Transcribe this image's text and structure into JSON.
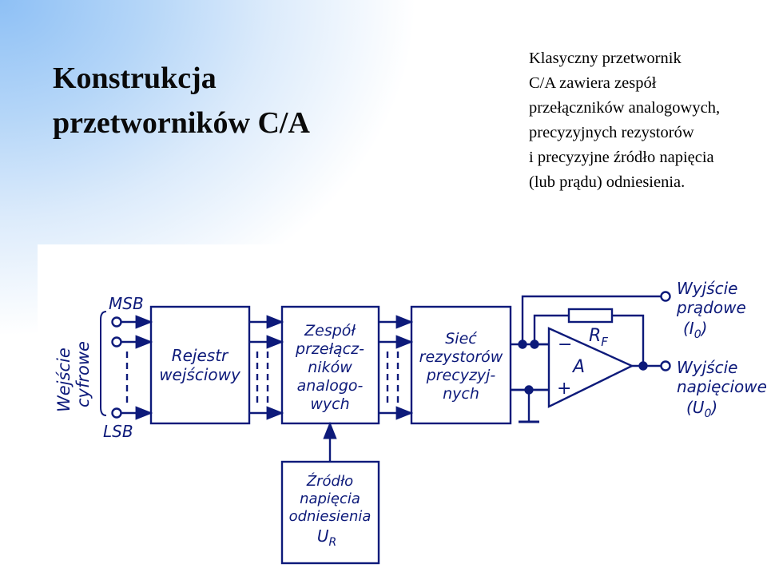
{
  "slide": {
    "title_lines": [
      "Konstrukcja",
      "przetworników C/A"
    ],
    "description_lines": [
      "Klasyczny przetwornik",
      "C/A zawiera zespół",
      "przełączników analogowych,",
      "precyzyjnych rezystorów",
      "i precyzyjne źródło napięcia",
      "(lub prądu) odniesienia."
    ]
  },
  "diagram": {
    "input_side_label_lines": [
      "Wejście",
      "cyfrowe"
    ],
    "msb_label": "MSB",
    "lsb_label": "LSB",
    "register_label_lines": [
      "Rejestr",
      "wejściowy"
    ],
    "switches_label_lines": [
      "Zespół",
      "przełącz-",
      "ników",
      "analogo-",
      "wych"
    ],
    "network_label_lines": [
      "Sieć",
      "rezystorów",
      "precyzyj-",
      "nych"
    ],
    "reference_label_lines": [
      "Źródło",
      "napięcia",
      "odniesienia",
      "U",
      "R"
    ],
    "feedback_resistor_label": [
      "R",
      "F"
    ],
    "amplifier_label": "A",
    "amp_minus": "−",
    "amp_plus": "+",
    "current_output_label_lines": [
      "Wyjście",
      "prądowe",
      "(I",
      "0",
      ")"
    ],
    "voltage_output_label_lines": [
      "Wyjście",
      "napięciowe",
      "(U",
      "0",
      ")"
    ],
    "ink_color": "#0d1a7a"
  }
}
